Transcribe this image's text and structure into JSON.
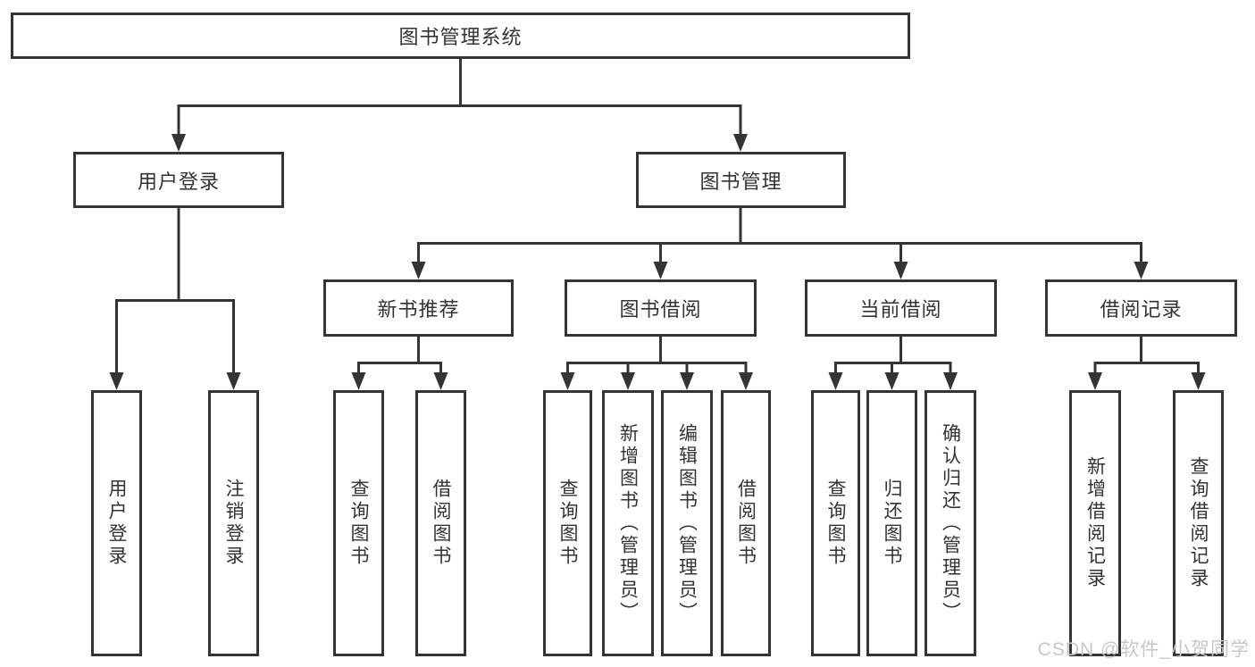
{
  "diagram": {
    "title": "图书管理系统",
    "colors": {
      "line": "#343434",
      "text": "#333333",
      "background": "#ffffff",
      "watermark": "#c7c7c7"
    },
    "root": {
      "label": "图书管理系统"
    },
    "level2": [
      {
        "label": "用户登录"
      },
      {
        "label": "图书管理"
      }
    ],
    "level3": [
      {
        "label": "新书推荐",
        "parent": "图书管理"
      },
      {
        "label": "图书借阅",
        "parent": "图书管理"
      },
      {
        "label": "当前借阅",
        "parent": "图书管理"
      },
      {
        "label": "借阅记录",
        "parent": "图书管理"
      }
    ],
    "leaves": [
      {
        "group": "用户登录",
        "label": "用户登录"
      },
      {
        "group": "用户登录",
        "label": "注销登录"
      },
      {
        "group": "新书推荐",
        "label": "查询图书"
      },
      {
        "group": "新书推荐",
        "label": "借阅图书"
      },
      {
        "group": "图书借阅",
        "label": "查询图书"
      },
      {
        "group": "图书借阅",
        "label": "新增图书（管理员）"
      },
      {
        "group": "图书借阅",
        "label": "编辑图书（管理员）"
      },
      {
        "group": "图书借阅",
        "label": "借阅图书"
      },
      {
        "group": "当前借阅",
        "label": "查询图书"
      },
      {
        "group": "当前借阅",
        "label": "归还图书"
      },
      {
        "group": "当前借阅",
        "label": "确认归还（管理员）"
      },
      {
        "group": "借阅记录",
        "label": "新增借阅记录"
      },
      {
        "group": "借阅记录",
        "label": "查询借阅记录"
      }
    ],
    "watermark": "CSDN @软件_小贺同学"
  }
}
